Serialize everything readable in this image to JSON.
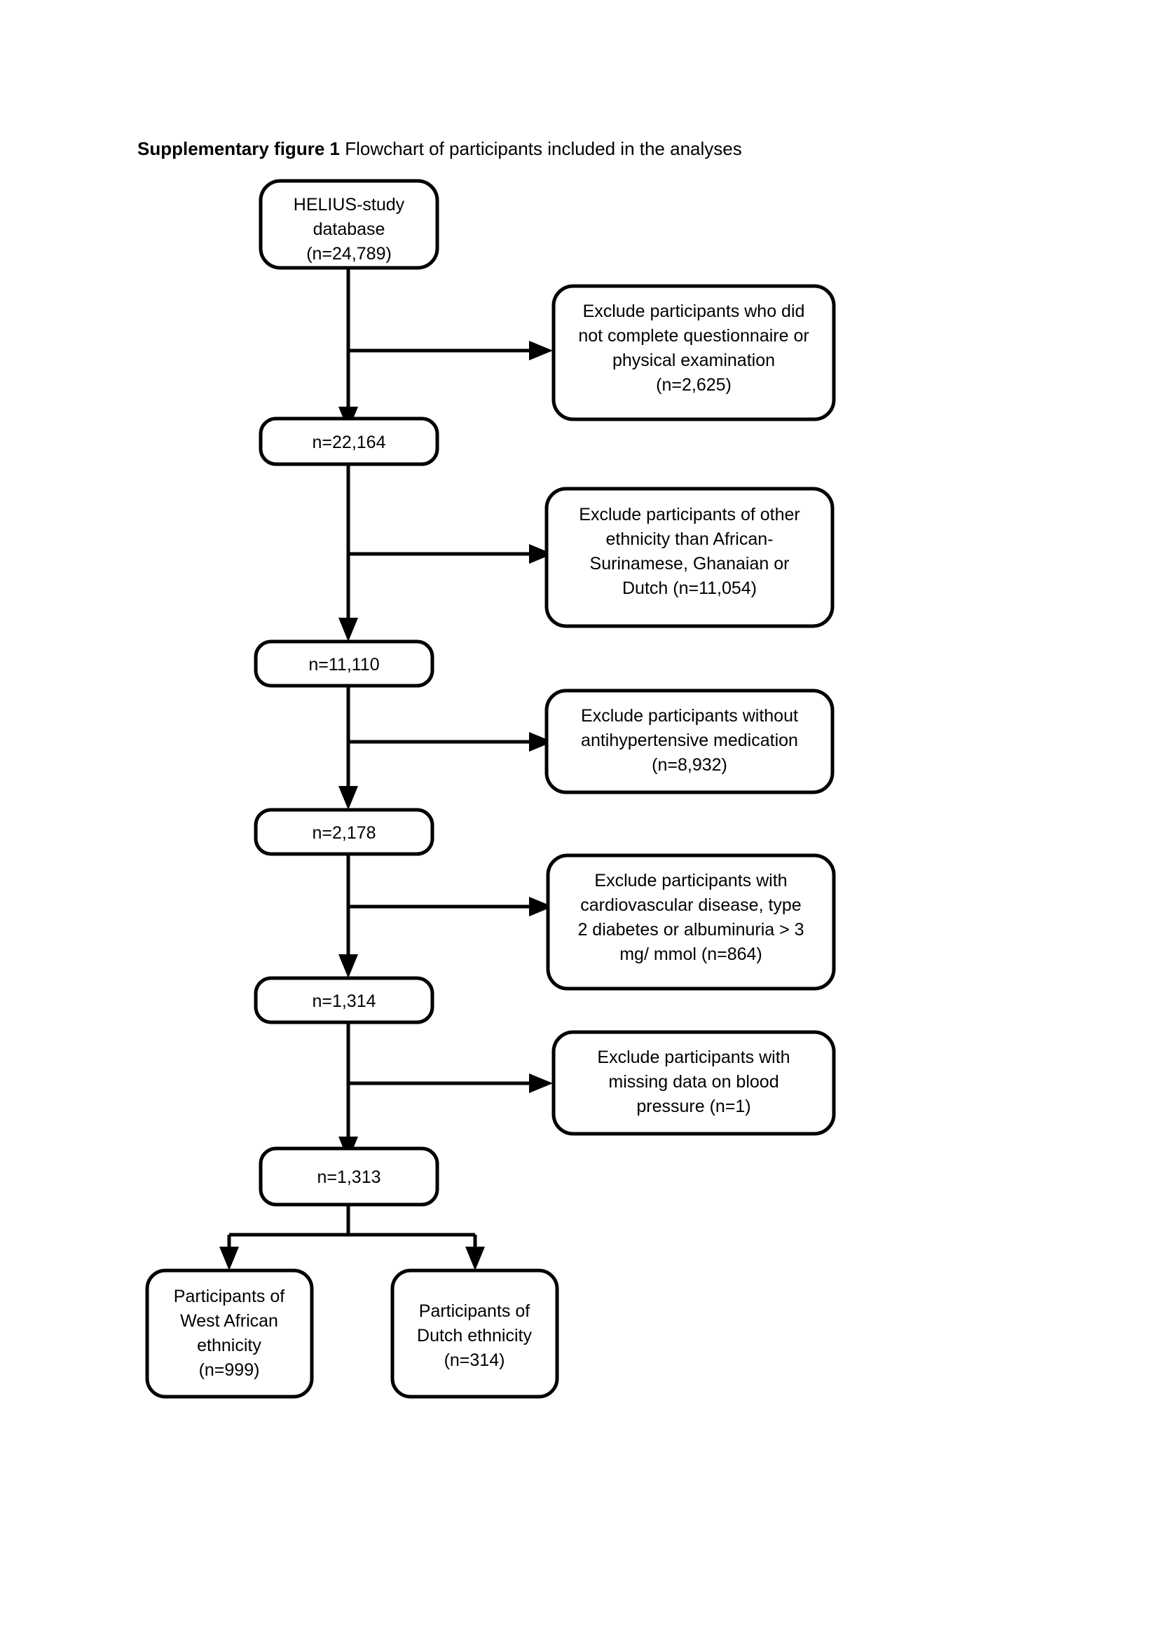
{
  "figure": {
    "label": "Supplementary figure 1",
    "caption": "Flowchart of participants included in the analyses"
  },
  "chart_data": {
    "type": "diagram",
    "diagram_kind": "flowchart",
    "title": "Supplementary figure 1 Flowchart of participants included in the analyses",
    "nodes": [
      {
        "id": "source",
        "kind": "cohort",
        "lines": [
          "HELIUS-study",
          "database",
          "(n=24,789)"
        ],
        "n": 24789
      },
      {
        "id": "excl1",
        "kind": "exclusion",
        "lines": [
          "Exclude participants who did",
          "not complete questionnaire or",
          "physical examination",
          "(n=2,625)"
        ],
        "n": 2625
      },
      {
        "id": "step1",
        "kind": "cohort",
        "lines": [
          "n=22,164"
        ],
        "n": 22164
      },
      {
        "id": "excl2",
        "kind": "exclusion",
        "lines": [
          "Exclude participants of other",
          "ethnicity than African-",
          "Surinamese, Ghanaian or",
          "Dutch (n=11,054)"
        ],
        "n": 11054
      },
      {
        "id": "step2",
        "kind": "cohort",
        "lines": [
          "n=11,110"
        ],
        "n": 11110
      },
      {
        "id": "excl3",
        "kind": "exclusion",
        "lines": [
          "Exclude participants without",
          "antihypertensive medication",
          "(n=8,932)"
        ],
        "n": 8932
      },
      {
        "id": "step3",
        "kind": "cohort",
        "lines": [
          "n=2,178"
        ],
        "n": 2178
      },
      {
        "id": "excl4",
        "kind": "exclusion",
        "lines": [
          "Exclude participants with",
          "cardiovascular disease, type",
          "2 diabetes or albuminuria > 3",
          "mg/ mmol (n=864)"
        ],
        "n": 864
      },
      {
        "id": "step4",
        "kind": "cohort",
        "lines": [
          "n=1,314"
        ],
        "n": 1314
      },
      {
        "id": "excl5",
        "kind": "exclusion",
        "lines": [
          "Exclude participants with",
          "missing data on blood",
          "pressure (n=1)"
        ],
        "n": 1
      },
      {
        "id": "step5",
        "kind": "cohort",
        "lines": [
          "n=1,313"
        ],
        "n": 1313
      },
      {
        "id": "outcome_wa",
        "kind": "outcome",
        "lines": [
          "Participants of",
          "West African",
          "ethnicity",
          "(n=999)"
        ],
        "n": 999
      },
      {
        "id": "outcome_du",
        "kind": "outcome",
        "lines": [
          "Participants of",
          "Dutch ethnicity",
          "(n=314)"
        ],
        "n": 314
      }
    ],
    "edges": [
      {
        "from": "source",
        "to": "step1",
        "direction": "down"
      },
      {
        "from": "source",
        "to": "excl1",
        "direction": "right"
      },
      {
        "from": "step1",
        "to": "step2",
        "direction": "down"
      },
      {
        "from": "step1",
        "to": "excl2",
        "direction": "right"
      },
      {
        "from": "step2",
        "to": "step3",
        "direction": "down"
      },
      {
        "from": "step2",
        "to": "excl3",
        "direction": "right"
      },
      {
        "from": "step3",
        "to": "step4",
        "direction": "down"
      },
      {
        "from": "step3",
        "to": "excl4",
        "direction": "right"
      },
      {
        "from": "step4",
        "to": "step5",
        "direction": "down"
      },
      {
        "from": "step4",
        "to": "excl5",
        "direction": "right"
      },
      {
        "from": "step5",
        "to": "outcome_wa",
        "direction": "split-left"
      },
      {
        "from": "step5",
        "to": "outcome_du",
        "direction": "split-right"
      }
    ],
    "colors": {
      "stroke": "#000000",
      "fill": "#ffffff",
      "text": "#000000"
    }
  },
  "nodes": {
    "source": {
      "l0": "HELIUS-study",
      "l1": "database",
      "l2": "(n=24,789)"
    },
    "excl1": {
      "l0": "Exclude participants who did",
      "l1": "not complete questionnaire or",
      "l2": "physical examination",
      "l3": "(n=2,625)"
    },
    "step1": {
      "l0": "n=22,164"
    },
    "excl2": {
      "l0": "Exclude participants of other",
      "l1": "ethnicity than African-",
      "l2": "Surinamese, Ghanaian or",
      "l3": "Dutch (n=11,054)"
    },
    "step2": {
      "l0": "n=11,110"
    },
    "excl3": {
      "l0": "Exclude participants without",
      "l1": "antihypertensive medication",
      "l2": "(n=8,932)"
    },
    "step3": {
      "l0": "n=2,178"
    },
    "excl4": {
      "l0": "Exclude participants with",
      "l1": "cardiovascular disease, type",
      "l2": "2 diabetes or albuminuria > 3",
      "l3": "mg/ mmol (n=864)"
    },
    "step4": {
      "l0": "n=1,314"
    },
    "excl5": {
      "l0": "Exclude participants with",
      "l1": "missing data on blood",
      "l2": "pressure (n=1)"
    },
    "step5": {
      "l0": "n=1,313"
    },
    "outcome_wa": {
      "l0": "Participants of",
      "l1": "West African",
      "l2": "ethnicity",
      "l3": "(n=999)"
    },
    "outcome_du": {
      "l0": "Participants of",
      "l1": "Dutch ethnicity",
      "l2": "(n=314)"
    }
  }
}
